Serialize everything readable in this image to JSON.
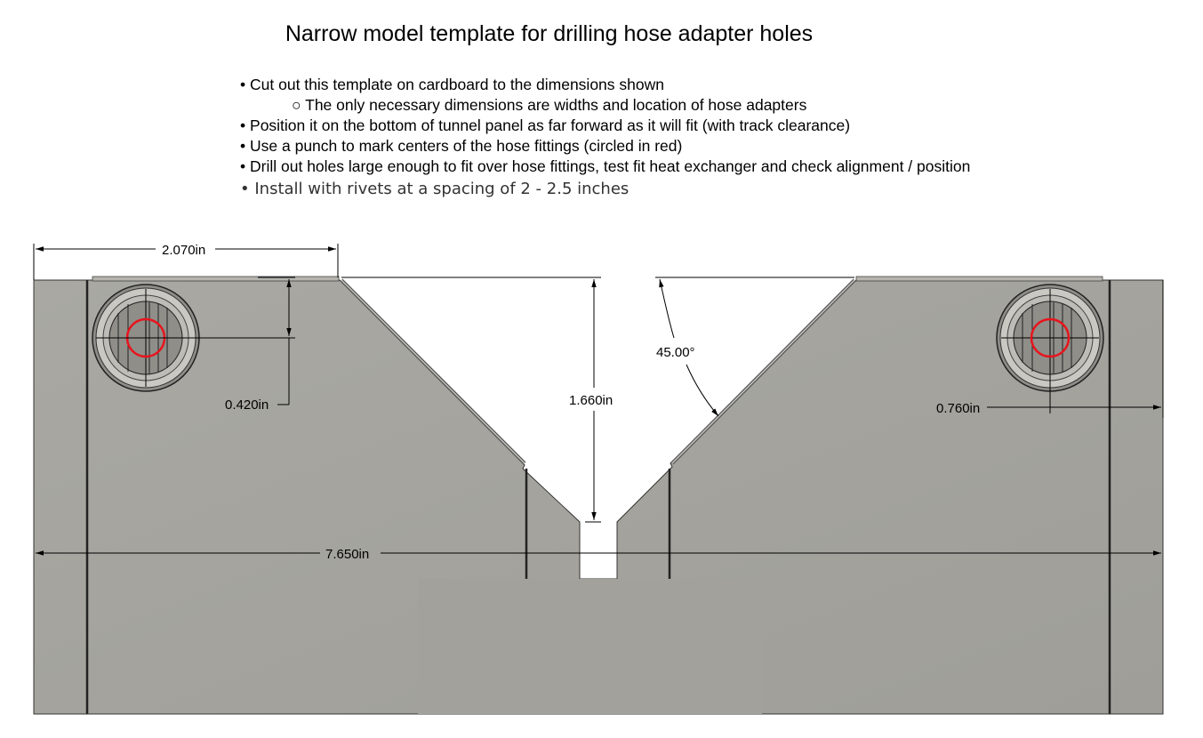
{
  "title": "Narrow model template for drilling hose adapter holes",
  "instructions": [
    {
      "bullet": "•",
      "text": "Cut out this template on cardboard to the dimensions shown"
    },
    {
      "bullet": "○",
      "text": "The only necessary dimensions are widths and location of hose adapters"
    },
    {
      "bullet": "•",
      "text": "Position it on the bottom of tunnel panel as far forward as it will fit (with track clearance)"
    },
    {
      "bullet": "•",
      "text": "Use a punch to mark centers of the hose fittings (circled in red)"
    },
    {
      "bullet": "•",
      "text": "Drill out holes large enough to fit over hose fittings, test fit heat exchanger and check alignment / position"
    },
    {
      "bullet": "•",
      "text": "Install with rivets at a spacing of 2 - 2.5 inches"
    }
  ],
  "dimensions": {
    "top_width": "2.070in",
    "fitting_offset_left": "0.420in",
    "notch_depth": "1.660in",
    "angle": "45.00°",
    "fitting_offset_right": "0.760in",
    "overall_width": "7.650in"
  },
  "colors": {
    "panel": "#a5a49e",
    "marker": "#e8141c"
  }
}
